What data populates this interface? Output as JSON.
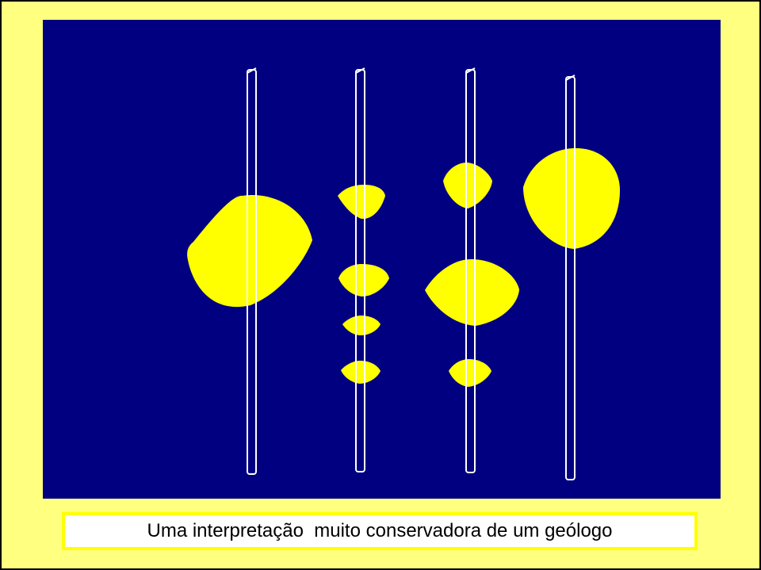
{
  "caption": "Uma interpretação  muito conservadora de um geólogo",
  "colors": {
    "slide_background": "#ffff80",
    "panel_background": "#000080",
    "ore_body": "#ffff00",
    "drill_hole_outline": "#ffffff",
    "caption_border": "#ffff00"
  },
  "drill_holes": [
    {
      "name": "drill-hole-1",
      "ore_bodies": 1
    },
    {
      "name": "drill-hole-2",
      "ore_bodies": 4
    },
    {
      "name": "drill-hole-3",
      "ore_bodies": 3
    },
    {
      "name": "drill-hole-4",
      "ore_bodies": 1
    }
  ]
}
